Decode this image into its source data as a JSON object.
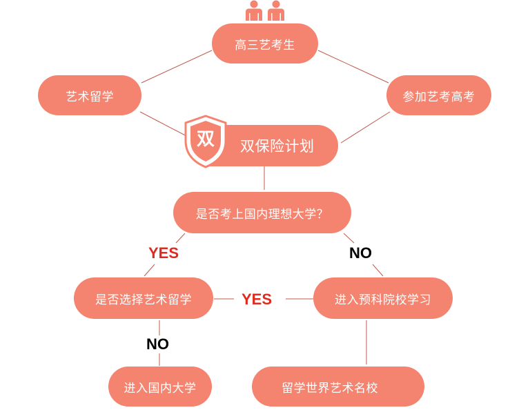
{
  "nodes": {
    "gaosan": "高三艺考生",
    "art_abroad": "艺术留学",
    "gaokao": "参加艺考高考",
    "double_plan": "双保险计划",
    "shield_char": "双",
    "question_domestic": "是否考上国内理想大学？",
    "question_art_abroad": "是否选择艺术留学",
    "prep_school": "进入预科院校学习",
    "domestic_uni": "进入国内大学",
    "world_art_school": "留学世界艺术名校"
  },
  "labels": {
    "yes_left": "YES",
    "no_right": "NO",
    "yes_middle": "YES",
    "no_bottom": "NO"
  },
  "colors": {
    "node_fill": "#f4836f",
    "node_text": "#ffffff",
    "connector": "#c0584a",
    "yes_label": "#e02a1d",
    "no_label": "#000000",
    "shield": "#f4836f"
  },
  "icons": {
    "top": "people-icon",
    "plan": "shield-icon"
  }
}
